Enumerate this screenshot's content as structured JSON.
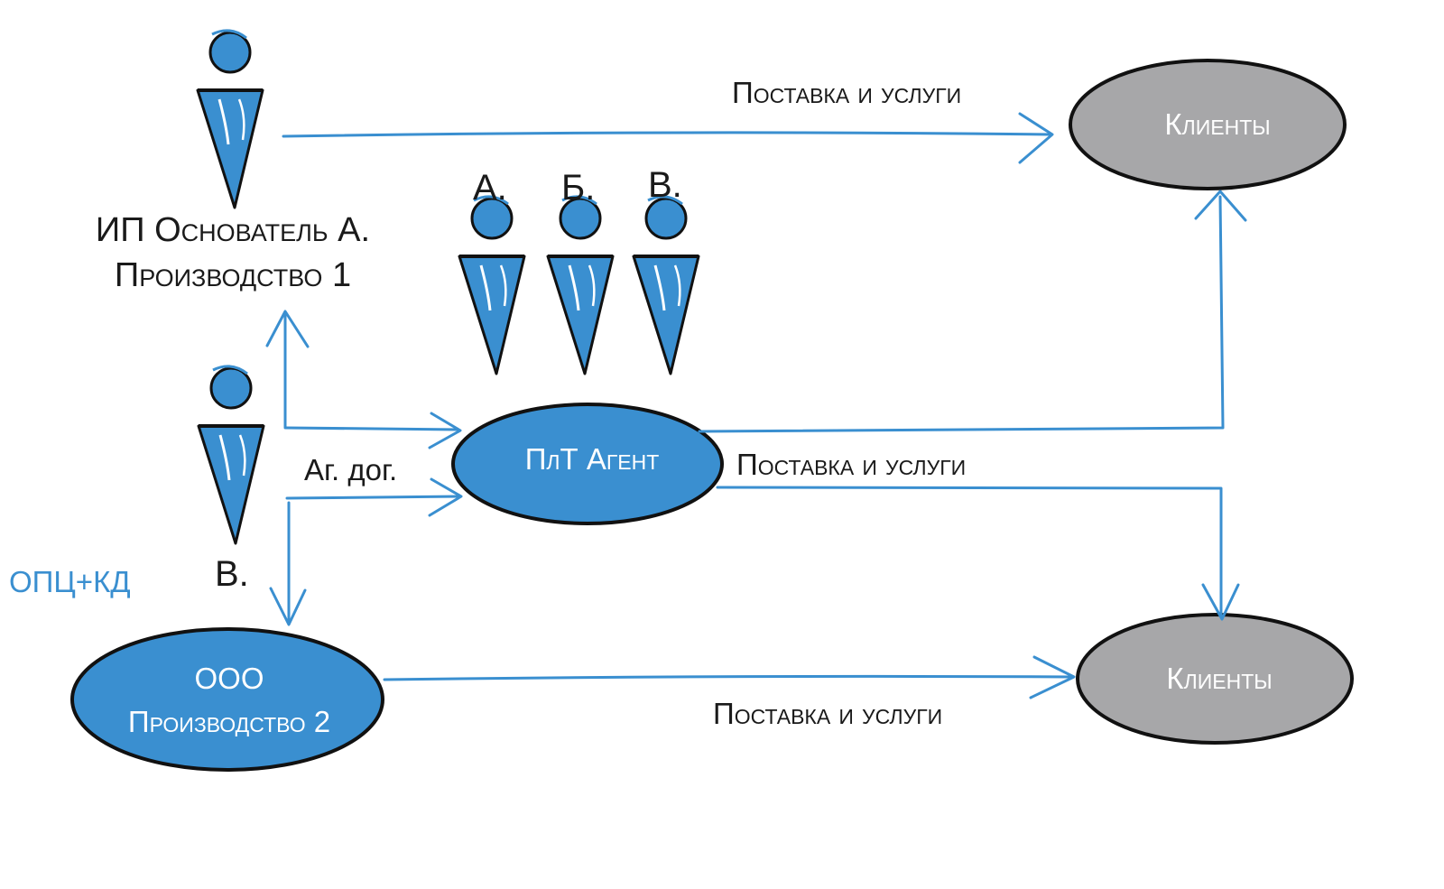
{
  "colors": {
    "accent": "#3a8fd0",
    "client_fill": "#a7a7a9",
    "outline": "#111111",
    "text": "#1a1a1a",
    "inner_text": "#ffffff"
  },
  "nodes": {
    "founder_label_line1": "ИП Основатель А.",
    "founder_label_line2": "Производство 1",
    "agent_label": "ПлТ Агент",
    "ooo_label_line1": "ООО",
    "ooo_label_line2": "Производство 2",
    "clients_top_label": "Клиенты",
    "clients_bottom_label": "Клиенты"
  },
  "people": {
    "a_label": "А.",
    "b_label": "Б.",
    "v_label": "В.",
    "v_left_label": "В."
  },
  "edges": {
    "top_supply_label": "Поставка и услуги",
    "middle_supply_label": "Поставка и услуги",
    "bottom_supply_label": "Поставка и услуги",
    "agency_contract_label": "Аг. дог."
  },
  "annotations": {
    "option_label": "ОПЦ+КД"
  },
  "icons": [
    "person-icon",
    "arrow-icon"
  ]
}
